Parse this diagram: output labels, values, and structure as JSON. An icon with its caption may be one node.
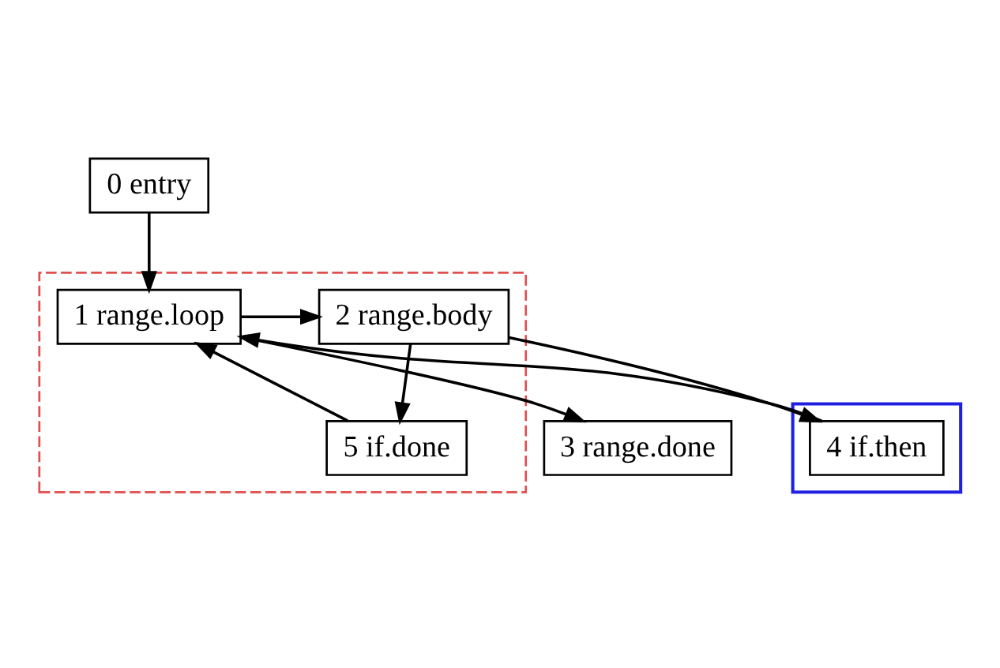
{
  "diagram": {
    "nodes": [
      {
        "text": [
          "0 entry"
        ]
      },
      {
        "text": [],
        "shape": "box"
      },
      {
        "text": [
          "1 range.loop"
        ],
        "in": 1
      },
      {
        "text": [
          "2 range.body"
        ],
        "in": 1
      },
      {
        "text": [
          "5 if.done"
        ],
        "in": 1
      },
      {
        "text": [
          "3 range.done"
        ]
      },
      {
        "text": [],
        "shape": "box"
      },
      {
        "text": [
          "4 if.then"
        ],
        "in": 6
      }
    ],
    "edges": [
      {
        "from": 0,
        "to": 2,
        "arrow": "to"
      },
      {
        "from": 2,
        "to": 3,
        "arrow": "to"
      },
      {
        "from": 3,
        "to": 4,
        "arrow": "to"
      },
      {
        "from": 4,
        "to": 2,
        "arrow": "to"
      },
      {
        "from": 2,
        "to": 5,
        "arrow": "to"
      },
      {
        "from": 3,
        "to": 7,
        "arrow": "to"
      },
      {
        "from": 7,
        "to": 2,
        "arrow": "to"
      }
    ]
  }
}
